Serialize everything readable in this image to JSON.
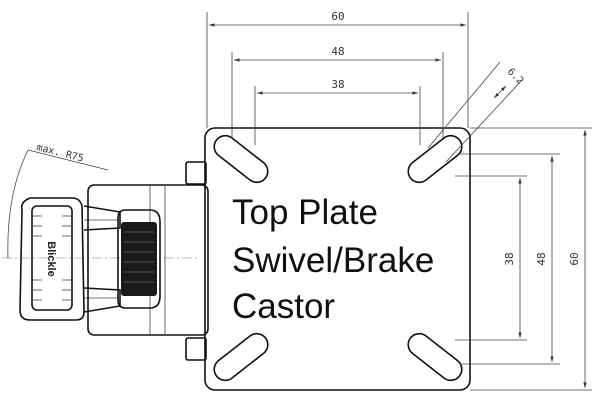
{
  "dimensions": {
    "overall_width": "60",
    "hole_spacing_outer": "48",
    "hole_spacing_inner": "38",
    "slot_size": "6.2",
    "overall_height": "60",
    "vertical_outer": "48",
    "vertical_inner": "38"
  },
  "radius_note": "max. R75",
  "brand_text": "Blickle",
  "caption": {
    "line1": "Top Plate",
    "line2": "Swivel/Brake",
    "line3": "Castor"
  }
}
